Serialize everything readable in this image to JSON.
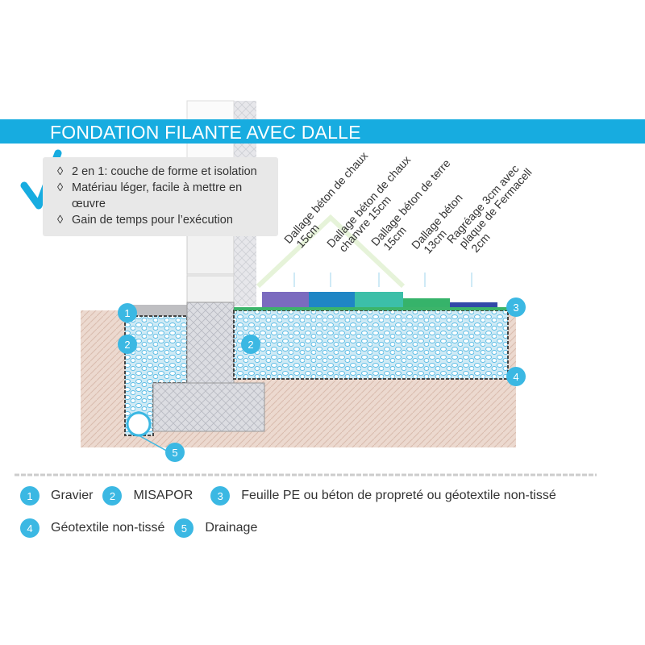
{
  "header": {
    "title": "FONDATION FILANTE AVEC DALLE"
  },
  "advantages": {
    "bullet": "◊",
    "items": [
      "2 en 1: couche de forme et isolation",
      "Matériau léger, facile à mettre en",
      "œuvre",
      "Gain de temps pour l’exécution"
    ]
  },
  "layers": [
    {
      "line1": "Dallage béton de chaux",
      "line2": "15cm",
      "color": "#7b6bbf"
    },
    {
      "line1": "Dallage béton de chaux",
      "line2": "chanvre 15cm",
      "color": "#1f86c5"
    },
    {
      "line1": "Dallage béton de terre",
      "line2": "15cm",
      "color": "#3cbfa8"
    },
    {
      "line1": "Dallage béton",
      "line2": "13cm",
      "color": "#36b36a"
    },
    {
      "line1": "Ragréage 3cm avec",
      "line2": "plaque de Fermacell",
      "line3": "2cm",
      "color": "#3249a8"
    }
  ],
  "markers": [
    "1",
    "2",
    "2",
    "3",
    "4",
    "5"
  ],
  "legend": [
    {
      "num": "1",
      "label": "Gravier"
    },
    {
      "num": "2",
      "label": "MISAPOR"
    },
    {
      "num": "3",
      "label": "Feuille PE ou béton de propreté ou géotextile non-tissé"
    },
    {
      "num": "4",
      "label": "Géotextile non-tissé"
    },
    {
      "num": "5",
      "label": "Drainage"
    }
  ],
  "colors": {
    "accent": "#17ace0",
    "marker": "#3bb8e3"
  }
}
